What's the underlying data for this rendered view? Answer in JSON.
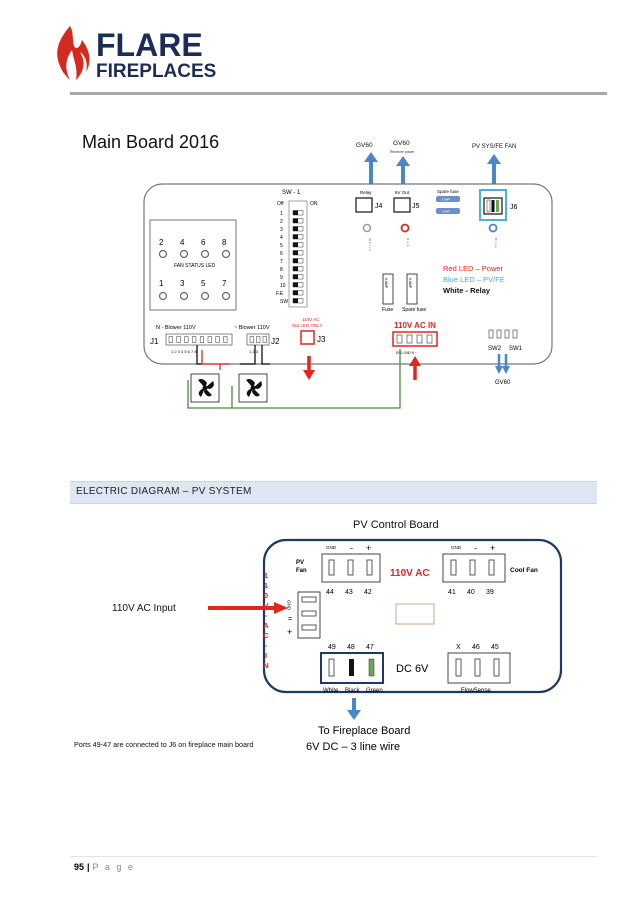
{
  "logo": {
    "line1": "FLARE",
    "line2": "FIREPLACES"
  },
  "main_board": {
    "title": "Main Board 2016",
    "arrows": {
      "gv60_left": "GV60",
      "gv60_right": "GV60",
      "gv60_right_sub": "Receiver power",
      "pv_sys": "PV SYS/FE FAN",
      "gv60_bottom": "GV60"
    },
    "sw1_title": "SW - 1",
    "switch_off": "Off",
    "switch_on": "ON",
    "switch_labels": [
      "1",
      "2",
      "3",
      "4",
      "5",
      "6",
      "7",
      "8",
      "9",
      "10",
      "F.E",
      "SW"
    ],
    "fan_leds_top": [
      "2",
      "4",
      "6",
      "8"
    ],
    "fan_leds_bottom": [
      "1",
      "3",
      "5",
      "7"
    ],
    "fan_status_label": "FAN STATUS LED",
    "relay_label": "Relay",
    "j4": "J4",
    "sixv_out_label": "6V Out",
    "j5": "J5",
    "spare_fuse_label": "Spare fuse",
    "amp_label": "1AMP",
    "j6": "J6",
    "led_white_text": "White",
    "led_red_text": "Red",
    "led_blue_text": "Blue",
    "legend_red": "Red LED – Power",
    "legend_blue": "Blue LED – PV/FE",
    "legend_white": "White - Relay",
    "fuse_amp": "8 AMP",
    "fuse_label": "Fuse",
    "spare_fuse2": "Spare fuse",
    "ac_in_label": "110V AC IN",
    "ac_pins": "END GND N ~",
    "sw2": "SW2",
    "sw1": "SW1",
    "blower1": "N - Blower 110V",
    "blower2": "~ Blower 110V",
    "j1": "J1",
    "j2": "J2",
    "j3": "J3",
    "j1_pins": "1 2 3 4 5 6 7 8",
    "j2_pins": "1 2 3",
    "j3_label_line1": "110V AC",
    "j3_label_line2": "Out LED ONLY"
  },
  "section_header": "ELECTRIC DIAGRAM – PV SYSTEM",
  "pv_board": {
    "title": "PV Control Board",
    "input_label": "110V AC Input",
    "vertical_label": "110V-AC-IN",
    "pv_fan": "PV Fan",
    "gnd": "GND",
    "minus": "-",
    "plus": "+",
    "pins_left": [
      "44",
      "43",
      "42"
    ],
    "ac_label": "110V AC",
    "pins_right": [
      "41",
      "40",
      "39"
    ],
    "cool_fan": "Cool Fan",
    "gnd_side": "GND",
    "eq": "=",
    "pins_6v": [
      "49",
      "48",
      "47"
    ],
    "dc_label": "DC 6V",
    "wire_labels": [
      "White",
      "Black",
      "Green"
    ],
    "pins_flow": [
      "X",
      "46",
      "45"
    ],
    "flow_sense": "FlowSense",
    "to_line1": "To Fireplace Board",
    "to_line2": "6V DC – 3 line wire"
  },
  "caption": "Ports 49-47 are connected to J6 on fireplace main board",
  "footer": {
    "page_number": "95",
    "separator": "|",
    "page_word": "P a g e"
  },
  "colors": {
    "red": "#e3251f",
    "blue": "#4a86c8",
    "navy": "#1f3864",
    "green": "#4e8a3a",
    "logo_red": "#d42a20",
    "logo_navy": "#1b2d55"
  }
}
